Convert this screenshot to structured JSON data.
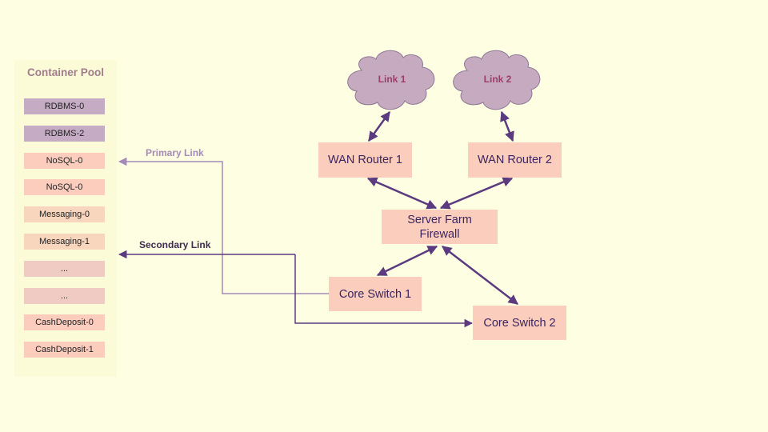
{
  "colors": {
    "background": "#FEFEE2",
    "accent": "#5B3A80",
    "primary_link": "#A48AB6",
    "cloud": "#C6AABF",
    "node_fill": "#FBCDBC",
    "pool_purple": "#C5ABC4",
    "pool_salmon": "#FCCDBC",
    "pool_peach": "#F8D5BD",
    "pool_pink": "#F0CBC3"
  },
  "pool": {
    "title": "Container Pool",
    "items": [
      {
        "label": "RDBMS-0",
        "color": "#C5ABC4"
      },
      {
        "label": "RDBMS-2",
        "color": "#C5ABC4"
      },
      {
        "label": "NoSQL-0",
        "color": "#FCCDBC"
      },
      {
        "label": "NoSQL-0",
        "color": "#FCCDBC"
      },
      {
        "label": "Messaging-0",
        "color": "#F8D5BD"
      },
      {
        "label": "Messaging-1",
        "color": "#F8D5BD"
      },
      {
        "label": "...",
        "color": "#F0CBC3"
      },
      {
        "label": "...",
        "color": "#F0CBC3"
      },
      {
        "label": "CashDeposit-0",
        "color": "#FCCDBC"
      },
      {
        "label": "CashDeposit-1",
        "color": "#FCCDBC"
      }
    ]
  },
  "clouds": {
    "link1": "Link 1",
    "link2": "Link 2"
  },
  "nodes": {
    "wan_router_1": "WAN Router 1",
    "wan_router_2": "WAN Router 2",
    "firewall": "Server Farm\nFirewall",
    "core_switch_1": "Core Switch 1",
    "core_switch_2": "Core Switch 2"
  },
  "links": {
    "primary": "Primary Link",
    "secondary": "Secondary Link"
  }
}
